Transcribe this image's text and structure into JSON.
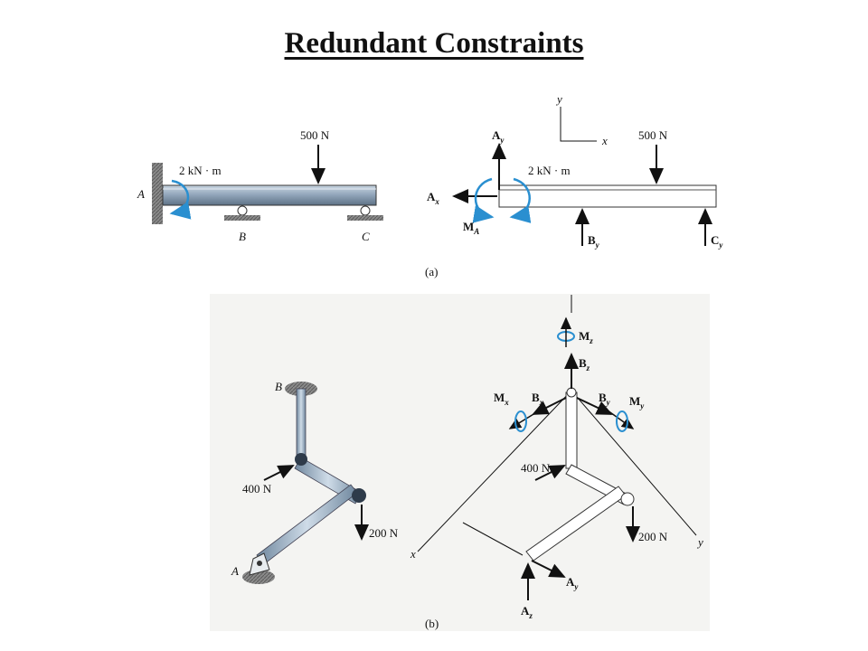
{
  "title": "Redundant Constraints",
  "part_a": {
    "caption": "(a)",
    "left": {
      "load": "500 N",
      "moment": "2 kN · m",
      "point_a": "A",
      "point_b": "B",
      "point_c": "C"
    },
    "right": {
      "axis_y": "y",
      "axis_x": "x",
      "load": "500 N",
      "moment": "2 kN · m",
      "ay": "A",
      "ay_sub": "y",
      "ax": "A",
      "ax_sub": "x",
      "ma": "M",
      "ma_sub": "A",
      "by": "B",
      "by_sub": "y",
      "cy": "C",
      "cy_sub": "y"
    }
  },
  "part_b": {
    "caption": "(b)",
    "left": {
      "point_b": "B",
      "point_a": "A",
      "load_400": "400 N",
      "load_200": "200 N"
    },
    "right": {
      "mz": "M",
      "mz_sub": "z",
      "bz": "B",
      "bz_sub": "z",
      "mx": "M",
      "mx_sub": "x",
      "bx": "B",
      "bx_sub": "x",
      "by": "B",
      "by_sub": "y",
      "my": "M",
      "my_sub": "y",
      "load_400": "400 N",
      "load_200": "200 N",
      "axis_x": "x",
      "axis_y": "y",
      "ay": "A",
      "ay_sub": "y",
      "az": "A",
      "az_sub": "z"
    }
  },
  "colors": {
    "beam": "#8fa3b8",
    "moment_arrow": "#2a8fd0",
    "wall": "#7a7a7a",
    "pipe": "#9fb6cc",
    "panel_bg": "#f4f4f2"
  }
}
